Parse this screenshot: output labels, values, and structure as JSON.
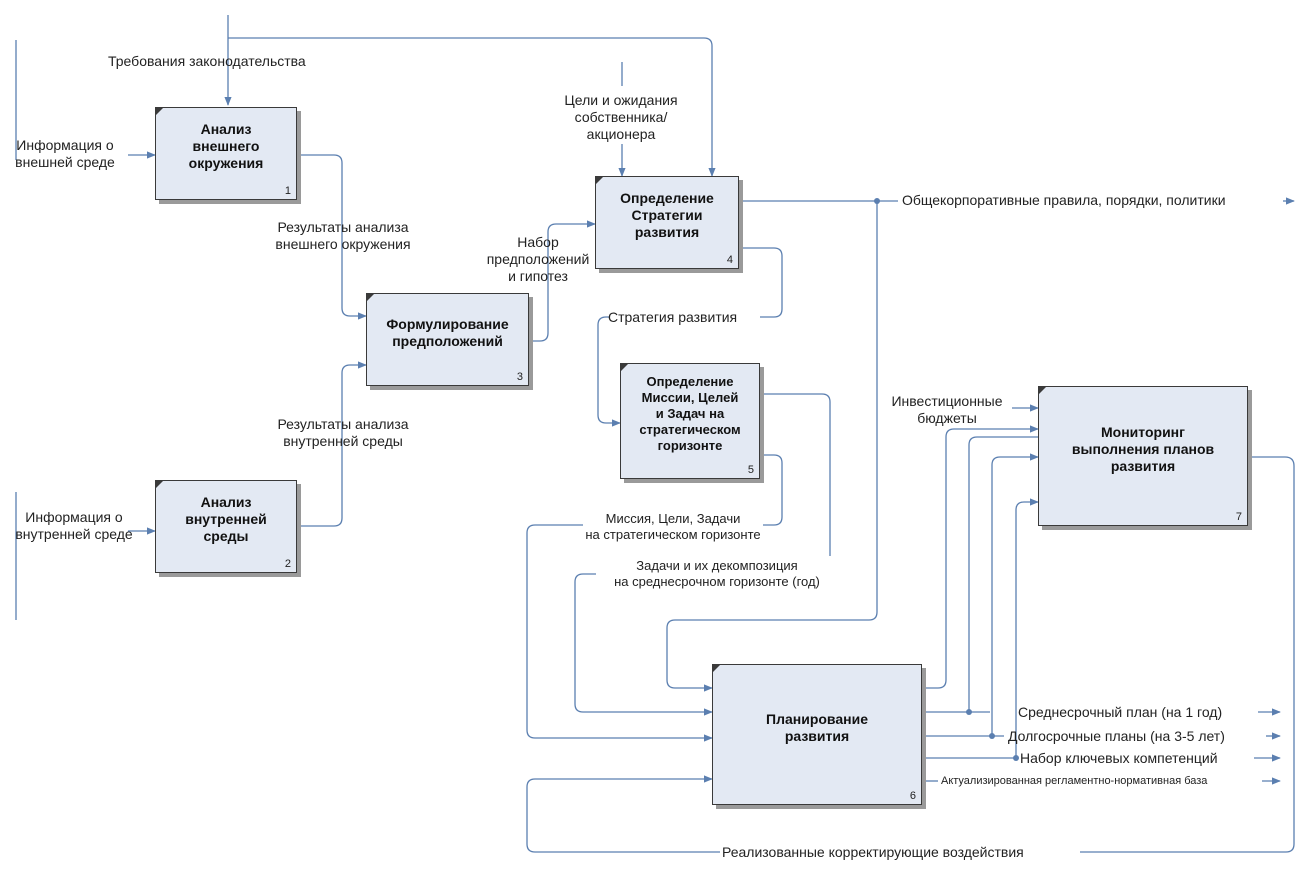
{
  "boxes": [
    {
      "id": "b1",
      "title": "Анализ\nвнешнего\nокружения",
      "num": "1"
    },
    {
      "id": "b2",
      "title": "Анализ\nвнутренней\nсреды",
      "num": "2"
    },
    {
      "id": "b3",
      "title": "Формулирование\nпредположений",
      "num": "3"
    },
    {
      "id": "b4",
      "title": "Определение\nСтратегии\nразвития",
      "num": "4"
    },
    {
      "id": "b5",
      "title": "Определение\nМиссии, Целей\nи Задач на\nстратегическом\nгоризонте",
      "num": "5"
    },
    {
      "id": "b6",
      "title": "Планирование\nразвития",
      "num": "6"
    },
    {
      "id": "b7",
      "title": "Мониторинг\nвыполнения планов\nразвития",
      "num": "7"
    }
  ],
  "labels": {
    "legal_requirements": "Требования законодательства",
    "external_info": "Информация о\nвнешней среде",
    "internal_info": "Информация о\nвнутренней среде",
    "external_results": "Результаты анализа\nвнешнего окружения",
    "internal_results": "Результаты анализа\nвнутренней среды",
    "owner_goals": "Цели и ожидания\nсобственника/\nакционера",
    "assumptions_set": "Набор\nпредположений\nи гипотез",
    "corporate_rules": "Общекорпоративные правила, порядки, политики",
    "dev_strategy": "Стратегия развития",
    "mission_goals": "Миссия, Цели, Задачи\nна стратегическом горизонте",
    "tasks_decomposition": "Задачи и их декомпозиция\nна среднесрочном горизонте (год)",
    "investment_budgets": "Инвестиционные\nбюджеты",
    "midterm_plan": "Среднесрочный план (на 1 год)",
    "longterm_plans": "Долгосрочные планы (на 3-5 лет)",
    "key_competencies": "Набор ключевых компетенций",
    "regulatory_base": "Актуализированная регламентно-нормативная база",
    "corrective_actions": "Реализованные корректирующие воздействия"
  }
}
